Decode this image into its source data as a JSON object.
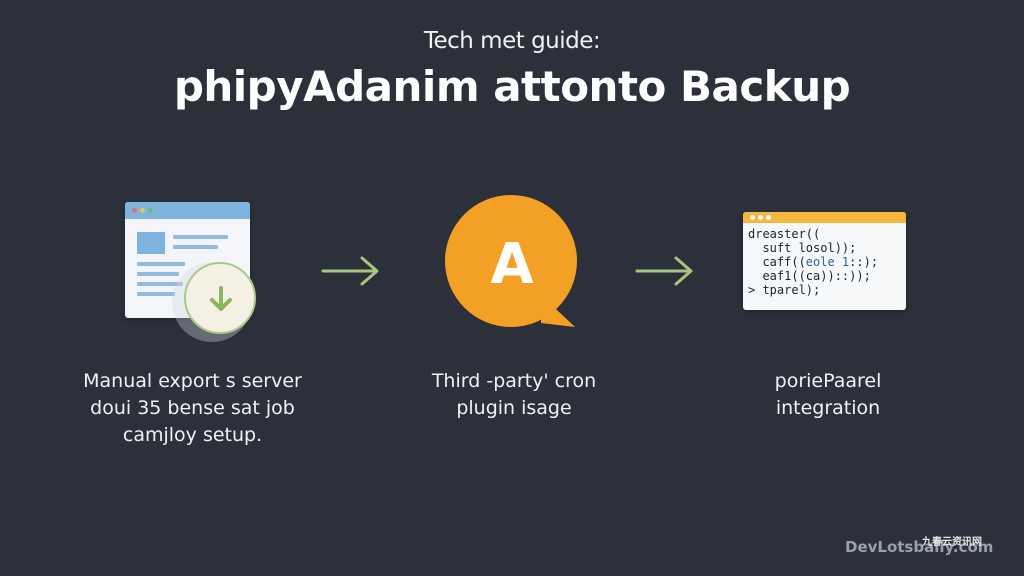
{
  "header": {
    "subtitle": "Tech met guide:",
    "title": "phipyAdanim attonto Backup"
  },
  "steps": [
    {
      "icon": "browser-download-icon",
      "caption_lines": [
        "Manual export s server",
        "doui 35 bense sat job",
        "camjloy setup."
      ]
    },
    {
      "icon": "orange-a-logo-icon",
      "logo_letter": "A",
      "caption_lines": [
        "Third -party' cron",
        "plugin isage"
      ]
    },
    {
      "icon": "code-window-icon",
      "code_lines": [
        {
          "text": "dreaster(("
        },
        {
          "text": "  suft losol));"
        },
        {
          "text": "  caff((",
          "num": "eole 1",
          "tail": "::);"
        },
        {
          "text": "  eaf1((ca))::));"
        },
        {
          "text": "> tparel);"
        }
      ],
      "caption_lines": [
        "poriePaarel",
        "integration"
      ]
    }
  ],
  "watermark": {
    "text": "DevLotsbally.com",
    "cjk": "九春云资讯网"
  },
  "colors": {
    "background": "#2b303b",
    "accent_orange": "#f4a024",
    "arrow_green": "#a7c57e",
    "browser_blue": "#7db3dd",
    "code_bar_yellow": "#f5b83d"
  }
}
